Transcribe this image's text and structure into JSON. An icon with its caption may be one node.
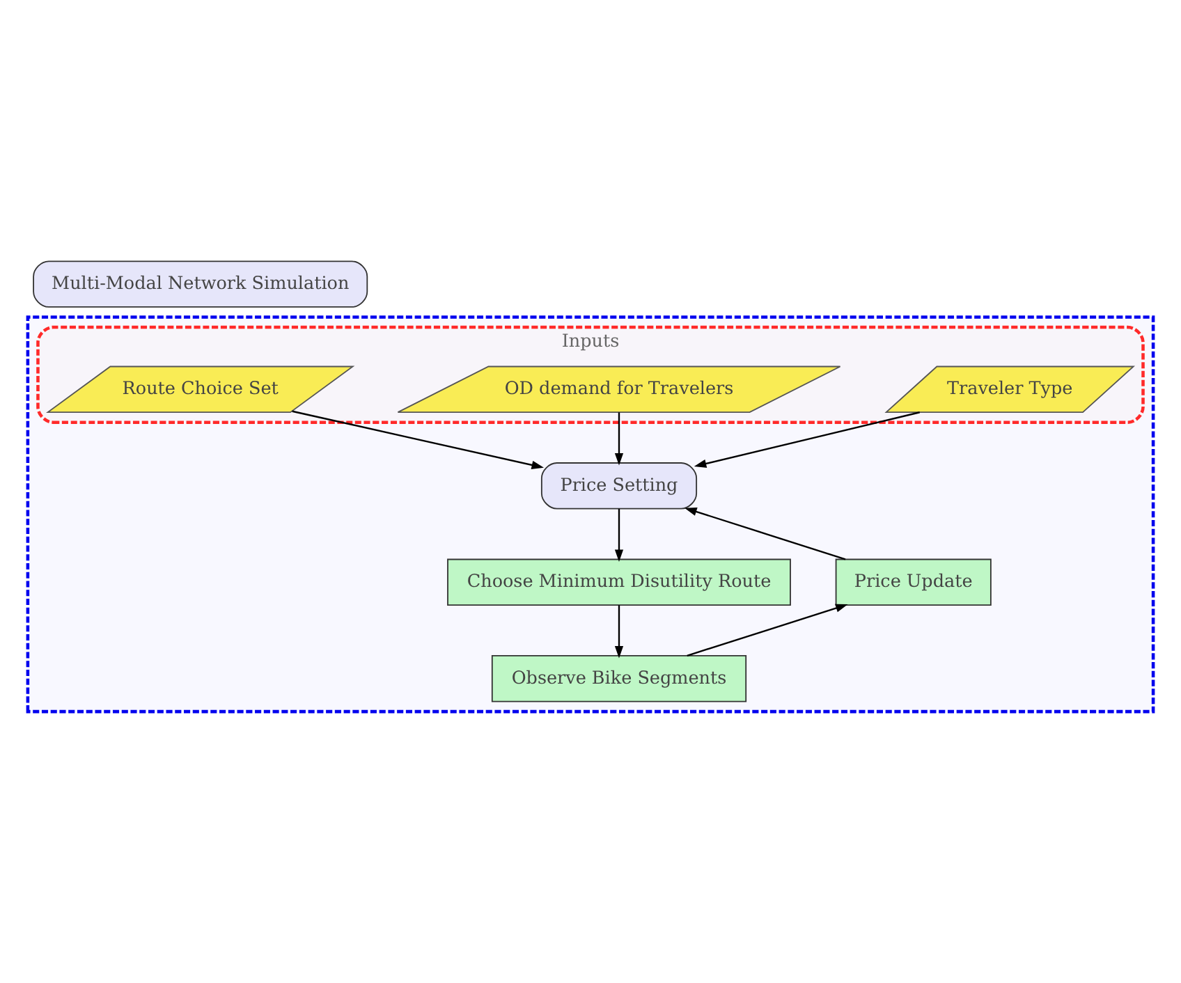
{
  "diagram": {
    "nodes": [
      {
        "text": [
          "Multi-Modal Network Simulation"
        ]
      },
      {
        "text": [],
        "shape": "box"
      },
      {
        "text": [
          "Inputs"
        ],
        "in": 1
      },
      {
        "text": [
          "Route Choice Set"
        ],
        "in": 2
      },
      {
        "text": [
          "OD demand for Travelers"
        ],
        "in": 2
      },
      {
        "text": [
          "Traveler Type"
        ],
        "in": 2
      },
      {
        "text": [
          "Price Setting"
        ],
        "in": 1
      },
      {
        "text": [
          "Choose Minimum Disutility Route"
        ],
        "in": 1
      },
      {
        "text": [
          "Price Update"
        ],
        "in": 1
      },
      {
        "text": [
          "Observe Bike Segments"
        ],
        "in": 1
      }
    ],
    "edges": [
      {
        "from": 3,
        "to": 6,
        "arrow": "to"
      },
      {
        "from": 4,
        "to": 6,
        "arrow": "to"
      },
      {
        "from": 5,
        "to": 6,
        "arrow": "to"
      },
      {
        "from": 6,
        "to": 7,
        "arrow": "to"
      },
      {
        "from": 7,
        "to": 9,
        "arrow": "to"
      },
      {
        "from": 9,
        "to": 8,
        "arrow": "to"
      },
      {
        "from": 8,
        "to": 6,
        "arrow": "to"
      }
    ]
  }
}
